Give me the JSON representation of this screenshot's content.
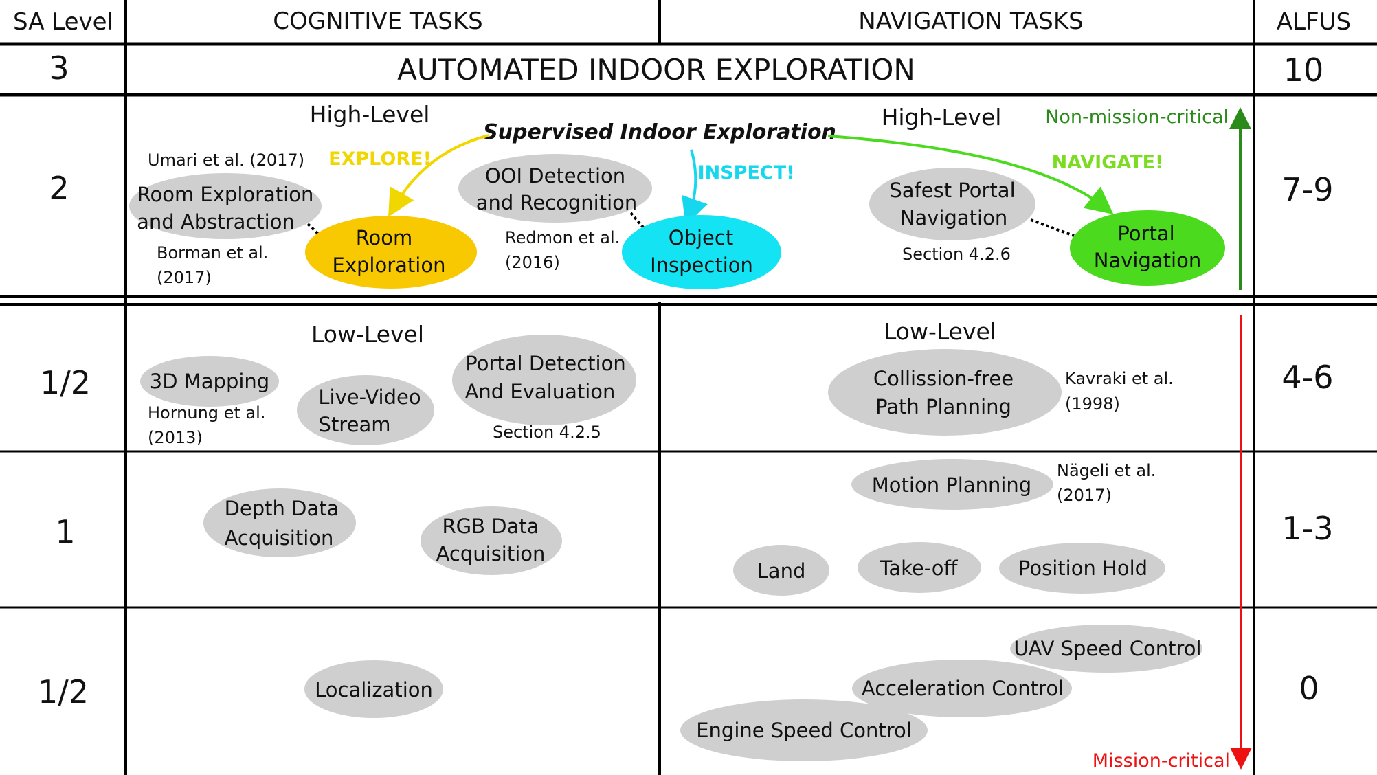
{
  "headers": {
    "sa_level": "SA Level",
    "cognitive": "COGNITIVE TASKS",
    "navigation": "NAVIGATION TASKS",
    "alfus": "ALFUS"
  },
  "rows": [
    {
      "sa": "3",
      "alfus": "10"
    },
    {
      "sa": "2",
      "alfus": "7-9"
    },
    {
      "sa": "1/2",
      "alfus": "4-6"
    },
    {
      "sa": "1",
      "alfus": "1-3"
    },
    {
      "sa": "1/2",
      "alfus": "0"
    }
  ],
  "top_banner": "AUTOMATED INDOOR EXPLORATION",
  "supervised": "Supervised Indoor Exploration",
  "sections": {
    "high_cog": "High-Level",
    "high_nav": "High-Level",
    "low_cog": "Low-Level",
    "low_nav": "Low-Level"
  },
  "commands": {
    "explore": "EXPLORE!",
    "inspect": "INSPECT!",
    "navigate": "NAVIGATE!"
  },
  "nodes": {
    "room_abstraction": [
      "Room Exploration",
      "and Abstraction"
    ],
    "room_exploration": [
      "Room",
      "Exploration"
    ],
    "ooi": [
      "OOI Detection",
      "and Recognition"
    ],
    "object_inspection": [
      "Object",
      "Inspection"
    ],
    "safest_portal": [
      "Safest Portal",
      "Navigation"
    ],
    "portal_navigation": [
      "Portal",
      "Navigation"
    ],
    "mapping": [
      "3D Mapping"
    ],
    "live_video": [
      "Live-Video",
      "Stream"
    ],
    "portal_detection": [
      "Portal Detection",
      "And Evaluation"
    ],
    "path_planning": [
      "Collission-free",
      "Path Planning"
    ],
    "depth": [
      "Depth Data",
      "Acquisition"
    ],
    "rgb": [
      "RGB Data",
      "Acquisition"
    ],
    "motion": [
      "Motion  Planning"
    ],
    "land": [
      "Land"
    ],
    "takeoff": [
      "Take-off"
    ],
    "position_hold": [
      "Position Hold"
    ],
    "localization": [
      "Localization"
    ],
    "uav_speed": [
      "UAV Speed Control"
    ],
    "acceleration": [
      "Acceleration Control"
    ],
    "engine_speed": [
      "Engine Speed Control"
    ]
  },
  "citations": {
    "umari": [
      "Umari et al. (2017)"
    ],
    "borman": [
      "Borman et al.",
      "(2017)"
    ],
    "redmon": [
      "Redmon et al.",
      "(2016)"
    ],
    "section_426": [
      "Section 4.2.6"
    ],
    "hornung": [
      "Hornung et al.",
      "(2013)"
    ],
    "section_425": [
      "Section 4.2.5"
    ],
    "kavraki": [
      "Kavraki et al.",
      "(1998)"
    ],
    "nageli": [
      "Nägeli et al.",
      "(2017)"
    ]
  },
  "criticality": {
    "non_mission": "Non-mission-critical",
    "mission": "Mission-critical"
  },
  "colors": {
    "gray_node": "#cfcfcf",
    "room_exploration": "#f8c800",
    "object_inspection": "#13e3f2",
    "portal_navigation": "#4cda1e",
    "explore_text": "#f1d700",
    "inspect_text": "#16d7ee",
    "navigate_text": "#7bdc22",
    "non_mission": "#2a8a1a",
    "mission": "#ee1111"
  }
}
